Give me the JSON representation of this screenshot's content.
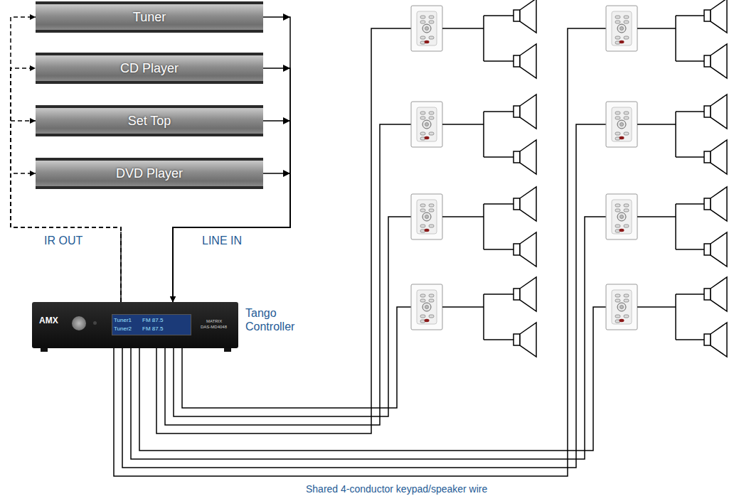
{
  "diagram": {
    "caption": "Shared 4-conductor keypad/speaker wire",
    "nodes": [
      {
        "text": [
          "Tuner"
        ]
      },
      {
        "text": [
          "CD Player"
        ]
      },
      {
        "text": [
          "Set Top"
        ]
      },
      {
        "text": [
          "DVD Player"
        ]
      },
      {
        "text": [
          "Tango Controller"
        ]
      }
    ],
    "edges": [
      {
        "from": 0,
        "to": 4,
        "arrow": "to"
      },
      {
        "from": 1,
        "to": 4,
        "arrow": "to"
      },
      {
        "from": 2,
        "to": 4,
        "arrow": "to"
      },
      {
        "from": 3,
        "to": 4,
        "arrow": "to"
      },
      {
        "from": 4,
        "to": 0,
        "arrow": "to"
      },
      {
        "from": 4,
        "to": 1,
        "arrow": "to"
      },
      {
        "from": 4,
        "to": 2,
        "arrow": "to"
      },
      {
        "from": 4,
        "to": 3,
        "arrow": "to"
      }
    ],
    "labels": [
      "IR OUT",
      "LINE IN",
      "AMX",
      "Tuner1",
      "FM 87.5",
      "Tuner2",
      "FM 87.5",
      "MATRIX",
      "DAS-MD4048"
    ]
  }
}
